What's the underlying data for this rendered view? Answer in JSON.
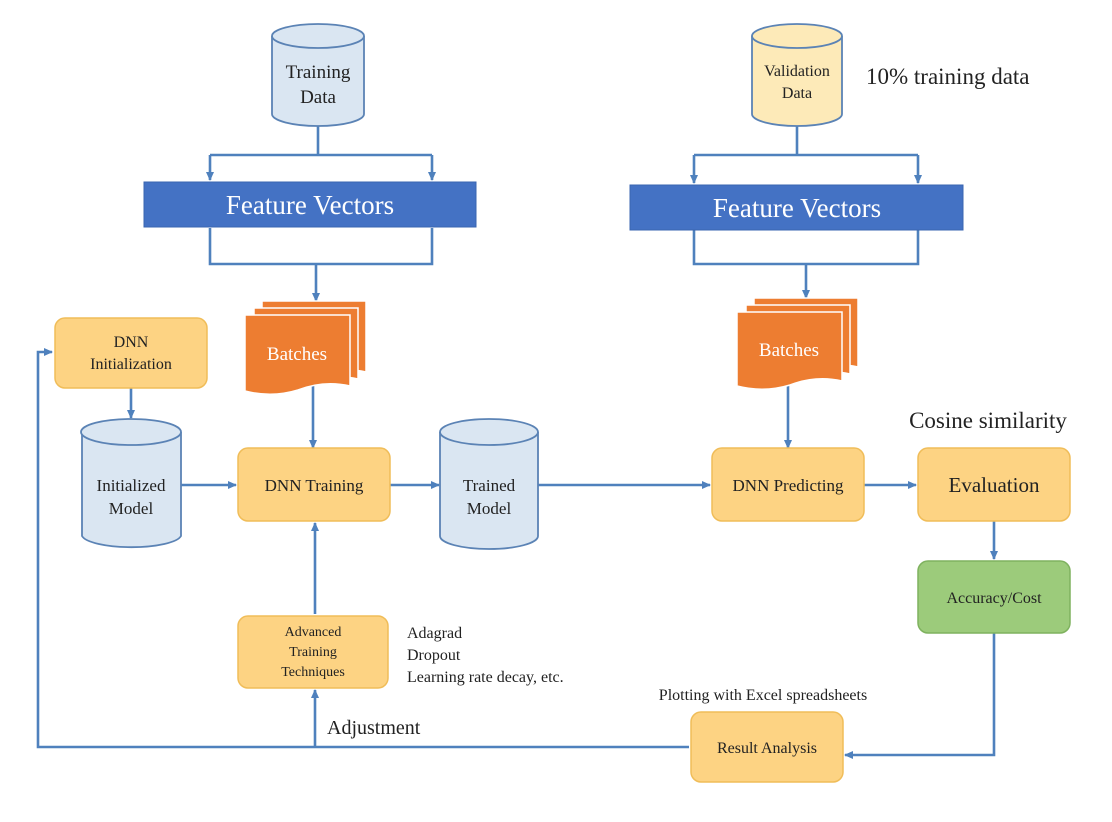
{
  "nodes": {
    "training_data": "Training\nData",
    "validation_data": "Validation\nData",
    "feature_vectors_left": "Feature Vectors",
    "feature_vectors_right": "Feature Vectors",
    "batches_left": "Batches",
    "batches_right": "Batches",
    "dnn_initialization": "DNN\nInitialization",
    "initialized_model": "Initialized\nModel",
    "dnn_training": "DNN Training",
    "trained_model": "Trained\nModel",
    "dnn_predicting": "DNN Predicting",
    "evaluation": "Evaluation",
    "accuracy_cost": "Accuracy/Cost",
    "advanced_training": "Advanced\nTraining\nTechniques",
    "result_analysis": "Result Analysis"
  },
  "annotations": {
    "ten_percent": "10% training data",
    "cosine_similarity": "Cosine similarity",
    "techniques_list": "Adagrad\nDropout\nLearning rate decay, etc.",
    "plotting": "Plotting with Excel spreadsheets",
    "adjustment": "Adjustment"
  },
  "colors": {
    "arrow": "#4f81bd",
    "cylinder_blue": "#dae6f2",
    "cylinder_yellow": "#fdeab8",
    "process_box": "#fdd383",
    "accuracy_box": "#9ccb7b",
    "feature_vectors": "#4472c4",
    "batches": "#ed7d31"
  }
}
